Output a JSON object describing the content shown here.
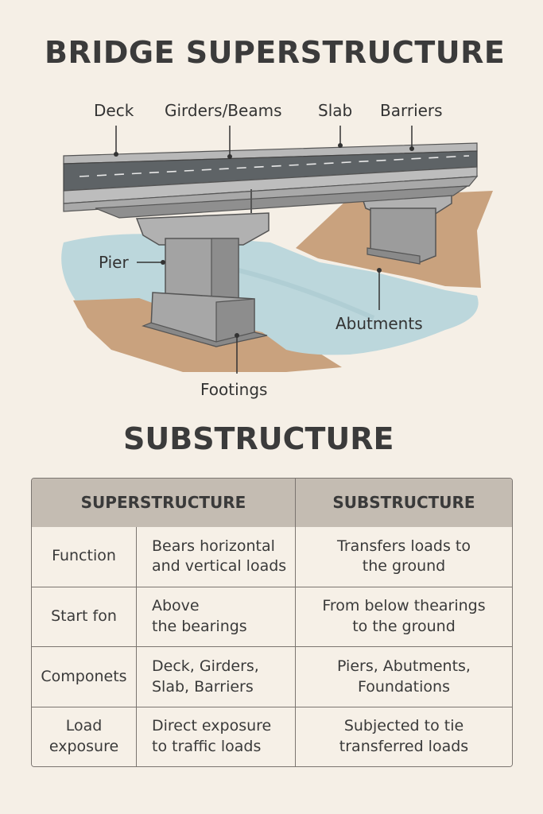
{
  "title": "BRIDGE SUPERSTRUCTURE",
  "subtitle": "SUBSTRUCTURE",
  "labels": {
    "deck": "Deck",
    "girders": "Girders/Beams",
    "slab": "Slab",
    "barriers": "Barriers",
    "pier": "Pier",
    "abutments": "Abutments",
    "footings": "Footings"
  },
  "table": {
    "headers": [
      "SUPERSTRUCTURE",
      "SUBSTRUCTURE"
    ],
    "rows": [
      {
        "label": [
          "Function"
        ],
        "super": [
          "Bears horizontal",
          "and vertical loads"
        ],
        "sub": [
          "Transfers loads to",
          "the ground"
        ]
      },
      {
        "label": [
          "Start fon"
        ],
        "super": [
          "Above",
          "the bearings"
        ],
        "sub": [
          "From below thearings",
          "to the ground"
        ]
      },
      {
        "label": [
          "Componets"
        ],
        "super": [
          "Deck, Girders,",
          "Slab, Barriers"
        ],
        "sub": [
          "Piers, Abutments,",
          "Foundations"
        ]
      },
      {
        "label": [
          "Load",
          "exposure"
        ],
        "super": [
          "Direct exposure",
          "to traffic loads"
        ],
        "sub": [
          "Subjected to tie",
          "transferred loads"
        ]
      }
    ]
  },
  "colors": {
    "background": "#f5efe6",
    "water": "#bcd7dc",
    "ground": "#c9a27e",
    "concrete": "#9c9c9c",
    "deck": "#5e6366",
    "header": "#c4bcb2"
  }
}
